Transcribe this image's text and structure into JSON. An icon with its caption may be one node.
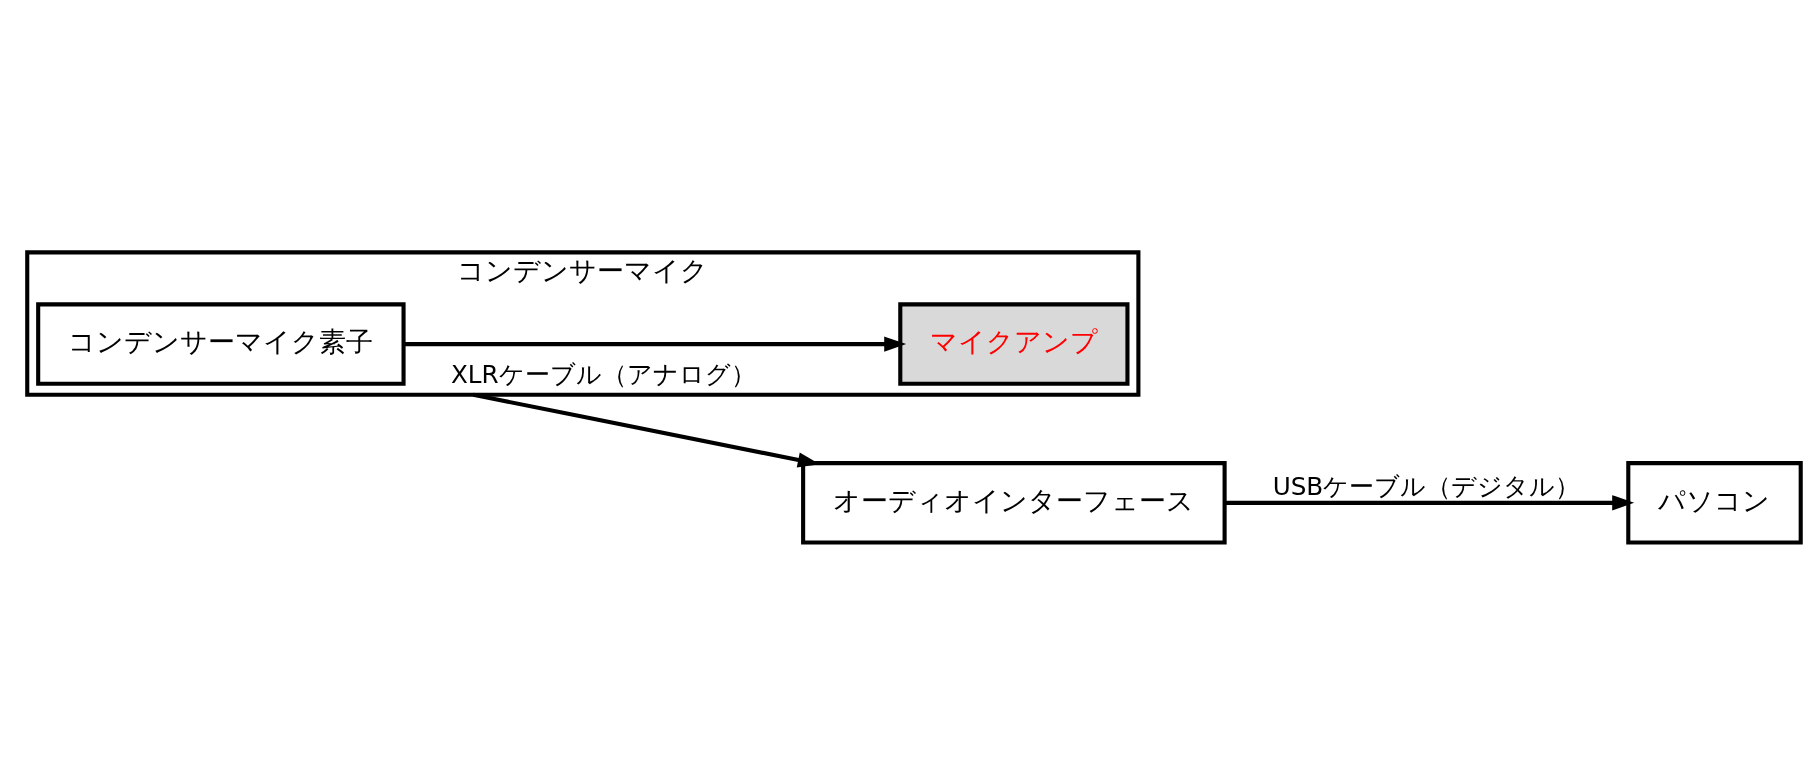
{
  "diagram": {
    "nodes": [
      {
        "text": [
          "コンデンサーマイク"
        ]
      },
      {
        "text": [
          "コンデンサーマイク素子"
        ],
        "in": 0
      },
      {
        "text": [
          "マイクアンプ"
        ],
        "in": 0
      },
      {
        "text": [
          "オーディオインターフェース"
        ]
      },
      {
        "text": [
          "パソコン"
        ]
      }
    ],
    "edges": [
      {
        "from": 1,
        "to": 2,
        "arrow": "to"
      },
      {
        "from": 0,
        "to": 3,
        "arrow": "to",
        "label": "XLRケーブル（アナログ）"
      },
      {
        "from": 3,
        "to": 4,
        "arrow": "to",
        "label": "USBケーブル（デジタル）"
      }
    ]
  }
}
